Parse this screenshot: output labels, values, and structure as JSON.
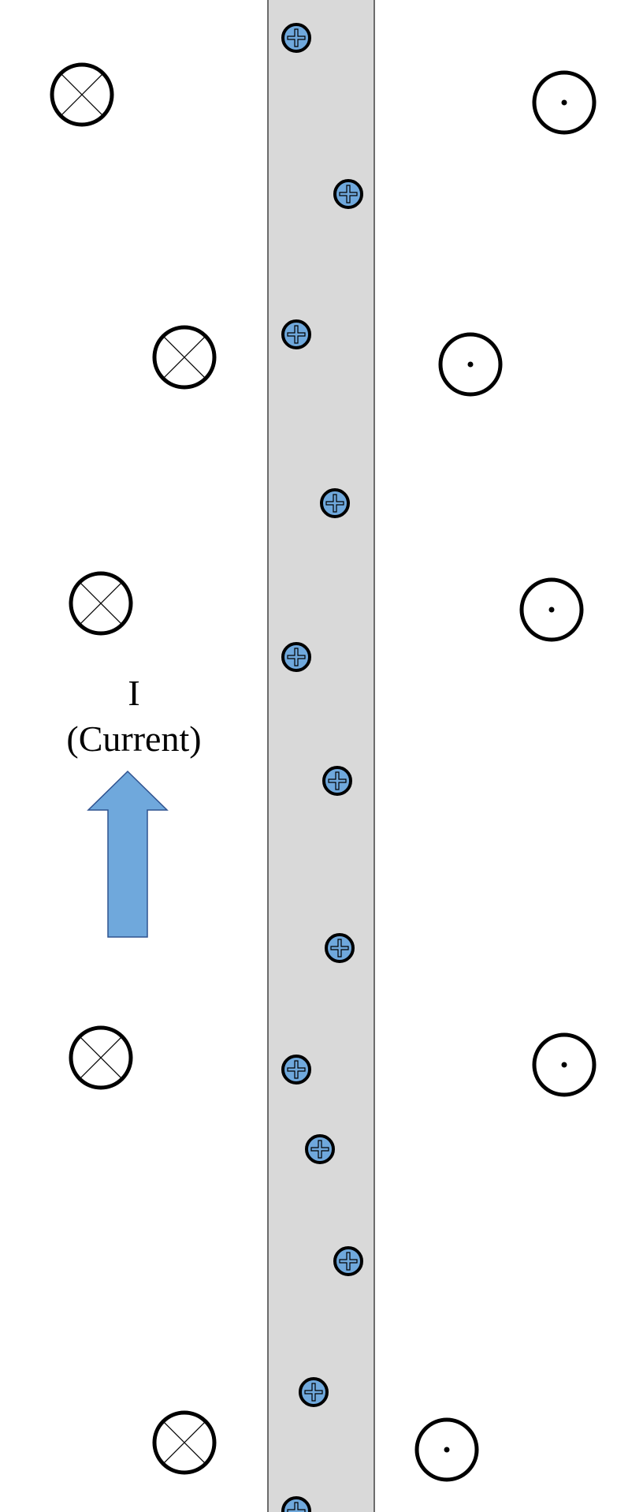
{
  "colors": {
    "background": "#ffffff",
    "wire_fill": "#d9d9d9",
    "wire_border": "#404040",
    "charge_fill": "#6fa8dc",
    "arrow_fill": "#6fa8dc",
    "arrow_stroke": "#2f528f",
    "field_symbol_stroke": "#000000"
  },
  "current": {
    "symbol": "I",
    "label": "(Current)",
    "direction": "up"
  },
  "left_field_symbols": {
    "meaning": "into-page",
    "count": 5
  },
  "right_field_symbols": {
    "meaning": "out-of-page",
    "count": 5
  },
  "charges": {
    "sign": "+",
    "count": 12
  }
}
